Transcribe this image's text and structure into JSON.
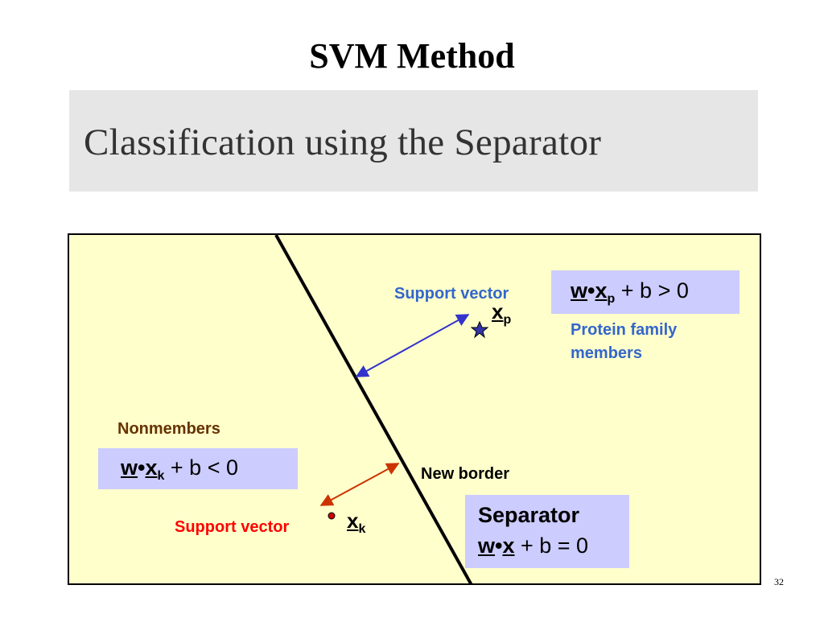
{
  "slide": {
    "title": "SVM Method",
    "banner": "Classification using the Separator",
    "page_number": "32"
  },
  "diagram": {
    "support_vector_top": "Support vector",
    "support_vector_bottom": "Support vector",
    "protein_family_line1": "Protein family",
    "protein_family_line2": "members",
    "nonmembers": "Nonmembers",
    "new_border": "New border",
    "xp": {
      "var": "x",
      "sub": "p"
    },
    "xk": {
      "var": "x",
      "sub": "k"
    },
    "eq_members": {
      "w": "w",
      "dot": "•",
      "x": "x",
      "sub": "p",
      "rest": " + b > 0"
    },
    "eq_nonmembers": {
      "w": "w",
      "dot": "•",
      "x": "x",
      "sub": "k",
      "rest": " + b < 0"
    },
    "separator": {
      "title": "Separator",
      "w": "w",
      "dot": "•",
      "x": "x",
      "rest": " + b = 0"
    },
    "colors": {
      "background": "#ffffcc",
      "box": "#ccccff",
      "support_vector_top": "#3366cc",
      "support_vector_bottom": "#ff0000",
      "protein_family": "#3366cc",
      "nonmembers": "#663300",
      "arrow_top": "#3333cc",
      "arrow_bottom": "#cc3300"
    }
  }
}
